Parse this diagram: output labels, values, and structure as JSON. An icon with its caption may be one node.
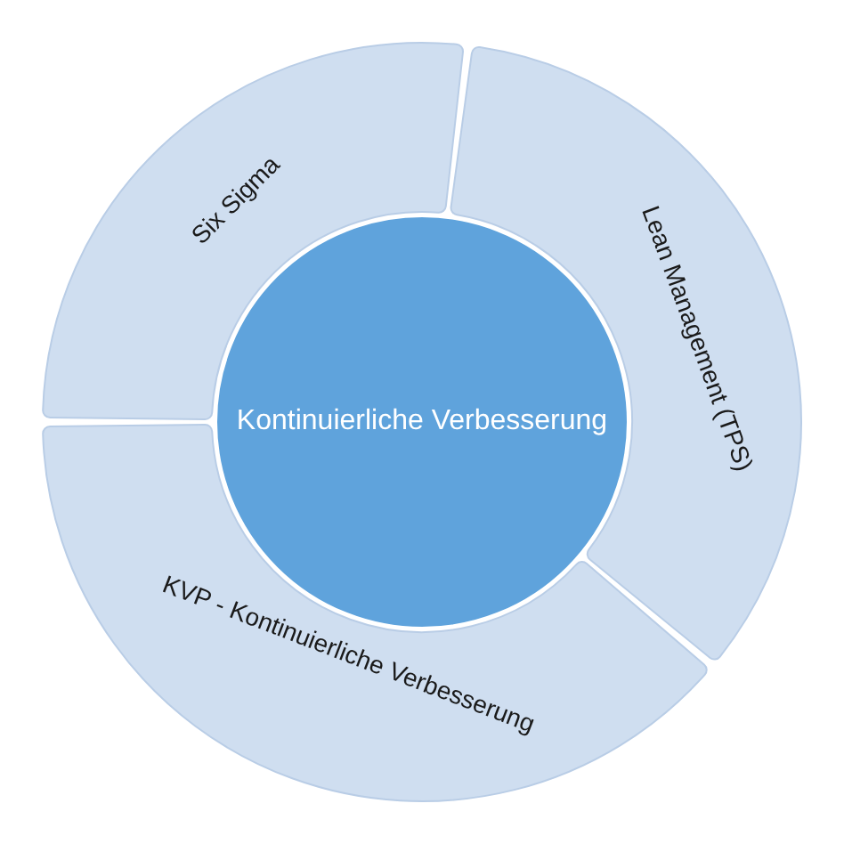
{
  "diagram": {
    "nodes": [
      {
        "text": [
          "Six Sigma"
        ]
      },
      {
        "text": [
          "Lean Management (TPS)"
        ]
      },
      {
        "text": [
          "Kontinuierliche Verbesserung"
        ]
      },
      {
        "text": [
          "KVP - Kontinuierliche Verbesserung"
        ]
      }
    ]
  }
}
